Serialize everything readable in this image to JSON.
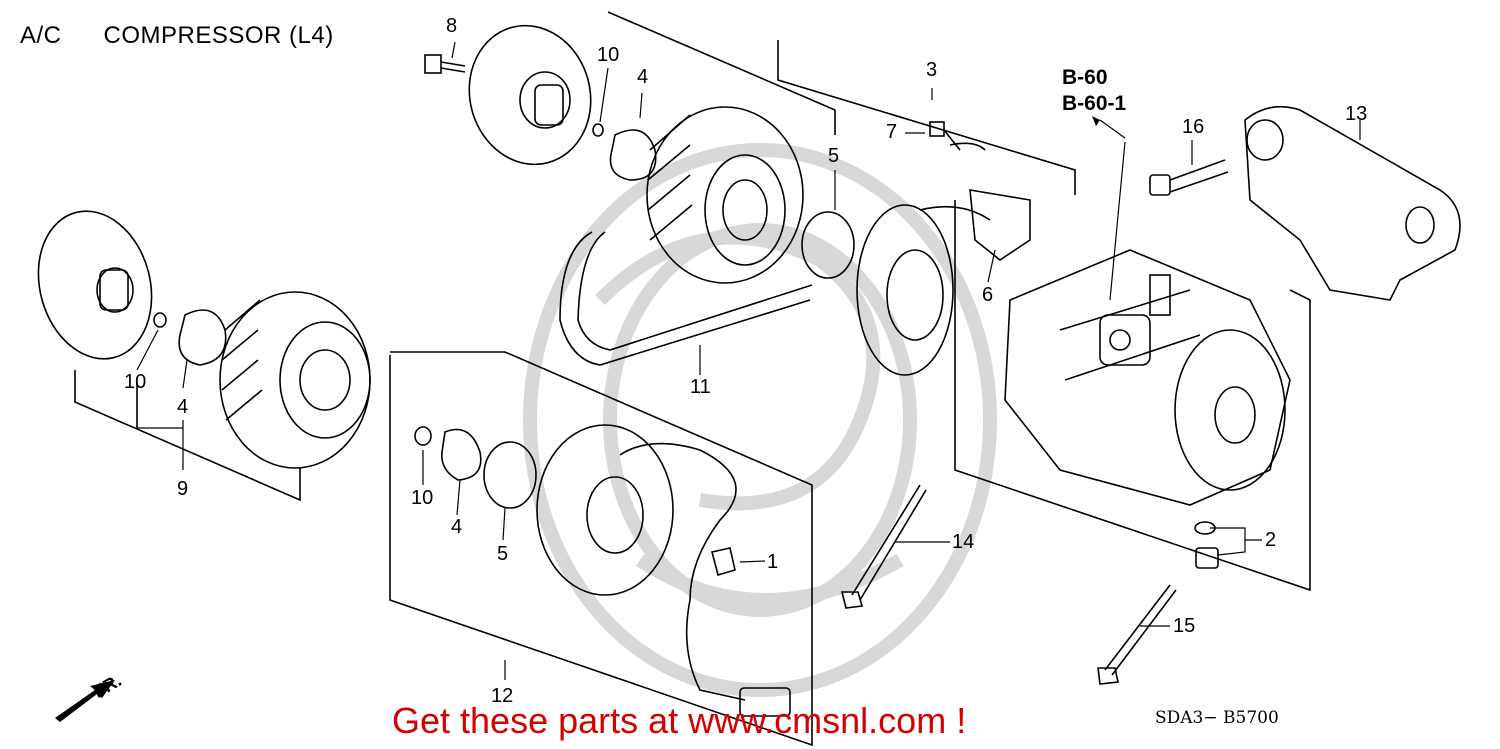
{
  "header": {
    "title_left": "A/C",
    "title_right": "COMPRESSOR (L4)"
  },
  "callouts": {
    "c1": "1",
    "c2": "2",
    "c3": "3",
    "c4a": "4",
    "c4b": "4",
    "c4c": "4",
    "c5a": "5",
    "c5b": "5",
    "c6": "6",
    "c7": "7",
    "c8": "8",
    "c9": "9",
    "c10a": "10",
    "c10b": "10",
    "c10c": "10",
    "c11": "11",
    "c12": "12",
    "c13": "13",
    "c14": "14",
    "c15": "15",
    "c16": "16"
  },
  "refs": {
    "ref1": "B-60",
    "ref2": "B-60-1"
  },
  "direction": {
    "label": "FR."
  },
  "footer": {
    "code": "SDA3− B5700",
    "promo": "Get these parts at www.cmsnl.com !"
  },
  "colors": {
    "line": "#000000",
    "promo": "#d40000",
    "watermark": "#d8d8d8"
  }
}
